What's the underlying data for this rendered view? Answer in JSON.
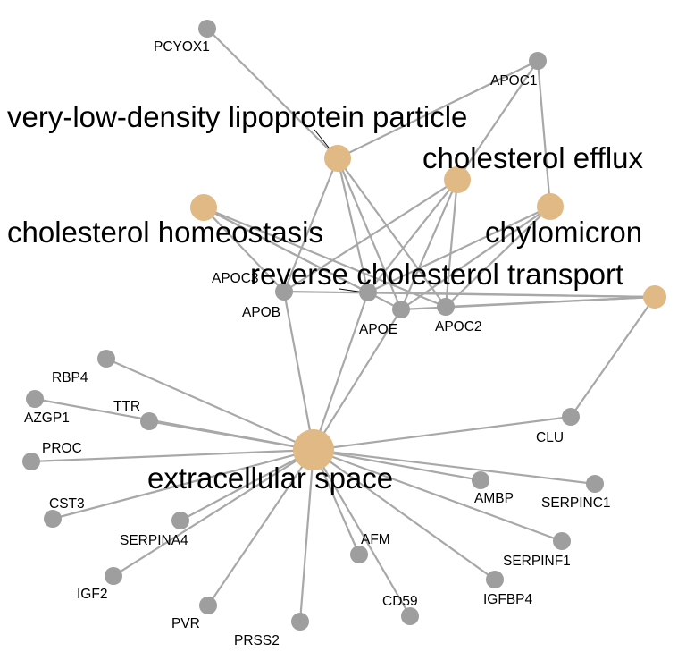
{
  "categories": [
    {
      "id": "vldl",
      "label": "very-low-density lipoprotein particle"
    },
    {
      "id": "efflux",
      "label": "cholesterol efflux"
    },
    {
      "id": "homeostasis",
      "label": "cholesterol homeostasis"
    },
    {
      "id": "chylomicron",
      "label": "chylomicron"
    },
    {
      "id": "rct",
      "label": "reverse cholesterol transport"
    },
    {
      "id": "ecs",
      "label": "extracellular space"
    }
  ],
  "genes": [
    {
      "id": "PCYOX1",
      "label": "PCYOX1"
    },
    {
      "id": "APOC1",
      "label": "APOC1"
    },
    {
      "id": "APOC3",
      "label": "APOC3"
    },
    {
      "id": "APOB",
      "label": "APOB"
    },
    {
      "id": "APOE",
      "label": "APOE"
    },
    {
      "id": "APOC2",
      "label": "APOC2"
    },
    {
      "id": "RBP4",
      "label": "RBP4"
    },
    {
      "id": "AZGP1",
      "label": "AZGP1"
    },
    {
      "id": "TTR",
      "label": "TTR"
    },
    {
      "id": "PROC",
      "label": "PROC"
    },
    {
      "id": "CST3",
      "label": "CST3"
    },
    {
      "id": "SERPINA4",
      "label": "SERPINA4"
    },
    {
      "id": "IGF2",
      "label": "IGF2"
    },
    {
      "id": "PVR",
      "label": "PVR"
    },
    {
      "id": "PRSS2",
      "label": "PRSS2"
    },
    {
      "id": "AFM",
      "label": "AFM"
    },
    {
      "id": "CD59",
      "label": "CD59"
    },
    {
      "id": "IGFBP4",
      "label": "IGFBP4"
    },
    {
      "id": "SERPINF1",
      "label": "SERPINF1"
    },
    {
      "id": "AMBP",
      "label": "AMBP"
    },
    {
      "id": "SERPINC1",
      "label": "SERPINC1"
    },
    {
      "id": "CLU",
      "label": "CLU"
    }
  ],
  "edges": [
    [
      "vldl",
      "PCYOX1"
    ],
    [
      "vldl",
      "APOC1"
    ],
    [
      "vldl",
      "APOC3"
    ],
    [
      "vldl",
      "APOB"
    ],
    [
      "vldl",
      "APOE"
    ],
    [
      "vldl",
      "APOC2"
    ],
    [
      "efflux",
      "APOC1"
    ],
    [
      "efflux",
      "APOC3"
    ],
    [
      "efflux",
      "APOB"
    ],
    [
      "efflux",
      "APOE"
    ],
    [
      "efflux",
      "APOC2"
    ],
    [
      "homeostasis",
      "APOC3"
    ],
    [
      "homeostasis",
      "APOB"
    ],
    [
      "homeostasis",
      "APOE"
    ],
    [
      "homeostasis",
      "APOC2"
    ],
    [
      "chylomicron",
      "APOC1"
    ],
    [
      "chylomicron",
      "APOC3"
    ],
    [
      "chylomicron",
      "APOE"
    ],
    [
      "chylomicron",
      "APOC2"
    ],
    [
      "rct",
      "APOC3"
    ],
    [
      "rct",
      "APOB"
    ],
    [
      "rct",
      "APOE"
    ],
    [
      "rct",
      "APOC2"
    ],
    [
      "rct",
      "CLU"
    ],
    [
      "ecs",
      "APOB"
    ],
    [
      "ecs",
      "APOC3"
    ],
    [
      "ecs",
      "APOE"
    ],
    [
      "ecs",
      "RBP4"
    ],
    [
      "ecs",
      "AZGP1"
    ],
    [
      "ecs",
      "TTR"
    ],
    [
      "ecs",
      "PROC"
    ],
    [
      "ecs",
      "CST3"
    ],
    [
      "ecs",
      "SERPINA4"
    ],
    [
      "ecs",
      "IGF2"
    ],
    [
      "ecs",
      "PVR"
    ],
    [
      "ecs",
      "PRSS2"
    ],
    [
      "ecs",
      "AFM"
    ],
    [
      "ecs",
      "CD59"
    ],
    [
      "ecs",
      "IGFBP4"
    ],
    [
      "ecs",
      "SERPINF1"
    ],
    [
      "ecs",
      "AMBP"
    ],
    [
      "ecs",
      "SERPINC1"
    ],
    [
      "ecs",
      "CLU"
    ]
  ],
  "colors": {
    "gene": "#9e9e9e",
    "category": "#e0b984",
    "edge": "#a8a8a8"
  }
}
